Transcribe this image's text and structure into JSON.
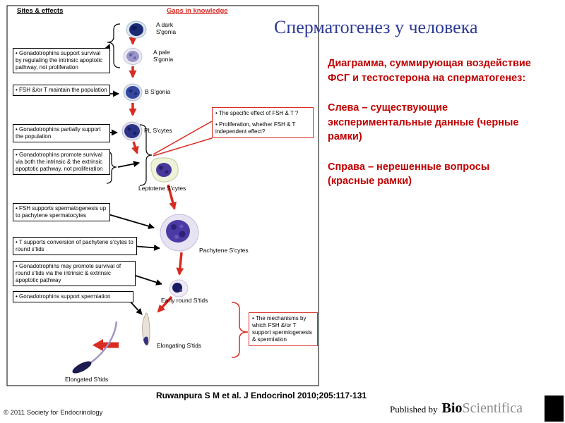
{
  "diagram": {
    "header_sites": "Sites & effects",
    "header_gaps": "Gaps in knowledge",
    "stages": [
      "A dark S'gonia",
      "A pale S'gonia",
      "B S'gonia",
      "PL S'cytes",
      "Leptotene S'cytes",
      "Pachytene S'cytes",
      "Early round S'tids",
      "Elongating S'tids",
      "Elongated S'tids"
    ],
    "evidence_boxes": [
      "• Gonadotrophins support survival by regulating the intrinsic apoptotic pathway, not proliferation",
      "• FSH &/or T maintain the population",
      "• Gonadotrophins partially support the population",
      "• Gonadotrophins promote survival via both the intrinsic & the extrinsic apoptotic pathway, not proliferation",
      "• FSH supports spermatogenesis up to pachytene spermatocytes",
      "• T supports conversion of pachytene s'cytes to round s'tids",
      "• Gonadotrophins may promote survival of round s'tids via the intrinsic & extrinsic apoptotic pathway",
      "• Gonadotrophins support spermiation"
    ],
    "question_boxes": [
      {
        "items": [
          "• The specific effect of FSH & T ?",
          "• Proliferation, whether FSH & T independent effect?"
        ]
      },
      {
        "items": [
          "• The mechanisms by which FSH &/or T support spermiogenesis & spermiation"
        ]
      }
    ]
  },
  "title": "Сперматогенез у человека",
  "description": {
    "intro": "Диаграмма, суммирующая воздействие ФСГ и тестостерона на сперматогенез:",
    "left_note": "Слева – существующие экспериментальные данные (черные рамки)",
    "right_note": "Справа – нерешенные вопросы (красные рамки)"
  },
  "citation": "Ruwanpura S M et al. J Endocrinol 2010;205:117-131",
  "footer": {
    "copyright": "© 2011 Society for Endocrinology",
    "published_by": "Published by",
    "publisher_name_bold": "Bio",
    "publisher_name_light": "Scientifica"
  },
  "colors": {
    "accent_red": "#d92b21",
    "title_blue": "#2c3a96",
    "note_red": "#c00000"
  }
}
